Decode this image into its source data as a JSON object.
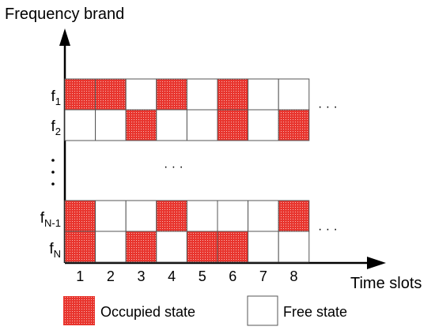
{
  "title": "Frequency brand",
  "x_axis_label": "Time slots",
  "time_slots": [
    "1",
    "2",
    "3",
    "4",
    "5",
    "6",
    "7",
    "8"
  ],
  "frequencies": [
    {
      "base": "f",
      "sub": "1"
    },
    {
      "base": "f",
      "sub": "2"
    },
    {
      "base": "f",
      "sub": "N-1"
    },
    {
      "base": "f",
      "sub": "N"
    }
  ],
  "states": [
    [
      1,
      1,
      0,
      1,
      0,
      1,
      0,
      0
    ],
    [
      0,
      0,
      1,
      0,
      0,
      1,
      0,
      1
    ],
    [
      1,
      0,
      0,
      1,
      0,
      0,
      0,
      1
    ],
    [
      1,
      0,
      1,
      0,
      1,
      1,
      0,
      0
    ]
  ],
  "continuation_marks": "· · ·",
  "legend": {
    "occupied_label": "Occupied state",
    "free_label": "Free state"
  },
  "colors": {
    "occupied": "#e8352e",
    "free": "#ffffff",
    "grid_border": "#555555"
  }
}
